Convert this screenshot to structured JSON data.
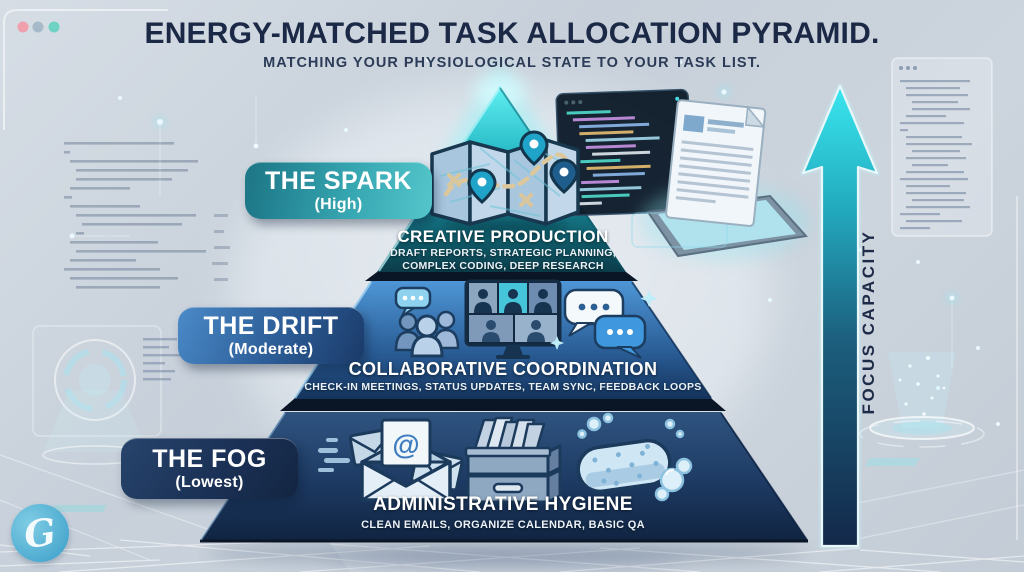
{
  "title": "ENERGY-MATCHED TASK ALLOCATION PYRAMID.",
  "subtitle": "MATCHING YOUR PHYSIOLOGICAL STATE TO YOUR TASK LIST.",
  "focus_axis": {
    "label": "FOCUS CAPACITY",
    "icon": "up-arrow-icon",
    "arrow_top_color": "#3ae6ef",
    "arrow_bottom_color": "#13294a"
  },
  "tiers": [
    {
      "name": "spark",
      "label": "THE SPARK",
      "level": "(High)",
      "heading": "CREATIVE PRODUCTION",
      "tasks_lines": [
        "DRAFT REPORTS, STRATEGIC PLANNING,",
        "COMPLEX CODING, DEEP RESEARCH"
      ],
      "icons": [
        "map-route-icon"
      ],
      "pill_colors": [
        "#1e7888",
        "#54c6cb"
      ],
      "tier_colors": [
        "#5ff0f2",
        "#0b3c49"
      ]
    },
    {
      "name": "drift",
      "label": "THE DRIFT",
      "level": "(Moderate)",
      "heading": "COLLABORATIVE COORDINATION",
      "tasks_lines": [
        "CHECK-IN MEETINGS, STATUS UPDATES, TEAM SYNC, FEEDBACK LOOPS"
      ],
      "icons": [
        "people-group-icon",
        "video-call-grid-icon",
        "chat-bubbles-icon"
      ],
      "pill_colors": [
        "#4a8ac8",
        "#1a3a68"
      ],
      "tier_colors": [
        "#4e96d6",
        "#14335c"
      ]
    },
    {
      "name": "fog",
      "label": "THE FOG",
      "level": "(Lowest)",
      "heading": "ADMINISTRATIVE HYGIENE",
      "tasks_lines": [
        "CLEAN EMAILS, ORGANIZE CALENDAR, BASIC QA"
      ],
      "icons": [
        "email-icon",
        "file-cabinet-icon",
        "sponge-icon"
      ],
      "pill_colors": [
        "#27446c",
        "#132541"
      ],
      "tier_colors": [
        "#2f5480",
        "#102441"
      ]
    }
  ],
  "logo": {
    "glyph": "G",
    "circle_color": "#58b7d6"
  },
  "window_controls": {
    "dot_colors": [
      "#f0a0ac",
      "#a6bac9",
      "#6fd2c2"
    ]
  },
  "colors": {
    "background": "#c9d2dc",
    "title_text": "#1b2947"
  },
  "decorations": {
    "items": [
      "browser-frame",
      "code-editor-window",
      "document-page",
      "tablet-device",
      "background-code-panel-left",
      "background-code-panel-right",
      "hologram-ring",
      "hologram-projector",
      "floor-grid",
      "glow-dots",
      "reflection"
    ]
  }
}
